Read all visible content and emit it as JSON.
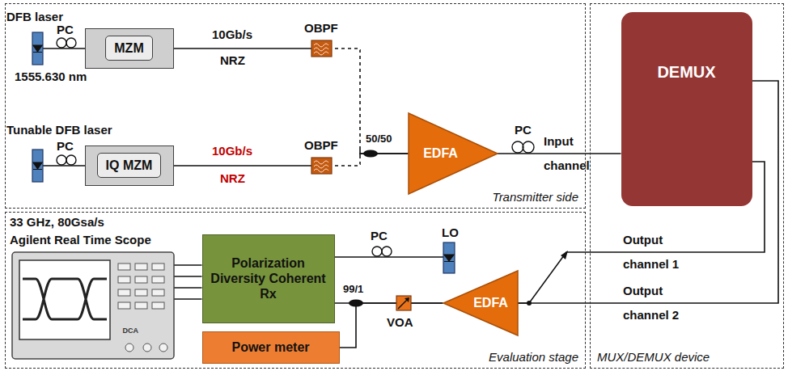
{
  "diagram": {
    "nodes": [
      {
        "text": [
          "Transmitter side"
        ]
      },
      {
        "text": [
          "MZM"
        ],
        "in": 0
      },
      {
        "text": [
          "IQ MZM"
        ],
        "in": 0
      },
      {
        "text": [
          "EDFA"
        ],
        "in": 0
      },
      {
        "text": [
          "Evaluation stage"
        ]
      },
      {
        "text": [
          "DCA"
        ],
        "in": 4
      },
      {
        "text": [
          "Polarization Diversity Coherent Rx"
        ],
        "in": 4
      },
      {
        "text": [
          "Power meter"
        ],
        "in": 4
      },
      {
        "text": [
          "EDFA"
        ],
        "in": 4
      },
      {
        "text": [
          "MUX/DEMUX device"
        ]
      },
      {
        "text": [
          "DEMUX"
        ],
        "in": 9
      }
    ],
    "edges": [
      {
        "from": 1,
        "to": 3,
        "arrow": "none"
      },
      {
        "from": 2,
        "to": 3,
        "arrow": "none"
      },
      {
        "from": 3,
        "to": 10,
        "arrow": "none"
      },
      {
        "from": 10,
        "to": 8,
        "arrow": "none"
      },
      {
        "from": 10,
        "to": 8,
        "arrow": "none"
      },
      {
        "from": 8,
        "to": 6,
        "arrow": "none"
      },
      {
        "from": 8,
        "to": 7,
        "arrow": "none"
      },
      {
        "from": 6,
        "to": 5,
        "arrow": "none"
      },
      {
        "from": 6,
        "to": 5,
        "arrow": "none"
      },
      {
        "from": 6,
        "to": 5,
        "arrow": "none"
      },
      {
        "from": 6,
        "to": 5,
        "arrow": "none"
      }
    ],
    "labels": [
      "DFB laser",
      "PC",
      "1555.630 nm",
      "10Gb/s",
      "NRZ",
      "OBPF",
      "Tunable DFB laser",
      "PC",
      "10Gb/s",
      "NRZ",
      "OBPF",
      "50/50",
      "PC",
      "Input channel",
      "33 GHz, 80Gsa/s",
      "Agilent Real Time Scope",
      "PC",
      "LO",
      "99/1",
      "VOA",
      "Output channel 1",
      "Output channel 2"
    ]
  }
}
